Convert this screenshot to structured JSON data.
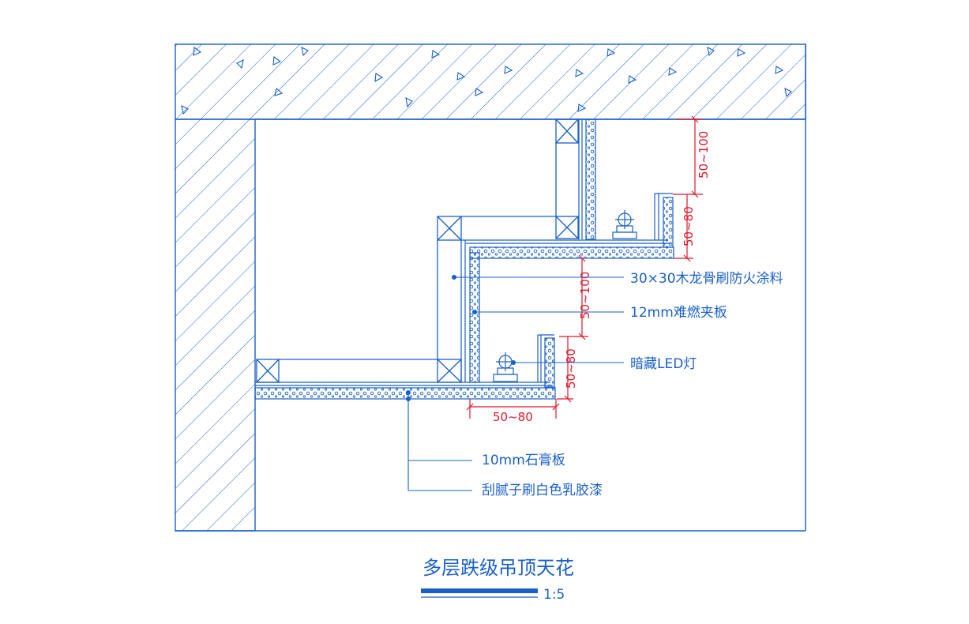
{
  "colors": {
    "line": "#1a5fc8",
    "dimension": "#e0182a",
    "background": "#ffffff"
  },
  "labels": {
    "keel": "30×30木龙骨刷防火涂料",
    "board": "12mm难燃夹板",
    "led": "暗藏LED灯",
    "gypsum": "10mm石膏板",
    "paint": "刮腻子刷白色乳胶漆"
  },
  "dimensions": {
    "top_gap": "50~100",
    "upper_trough": "50~80",
    "mid_gap": "50~100",
    "lower_trough": "50~80",
    "trough_width": "50~80"
  },
  "title": {
    "text": "多层跌级吊顶天花",
    "scale": "1:5"
  }
}
